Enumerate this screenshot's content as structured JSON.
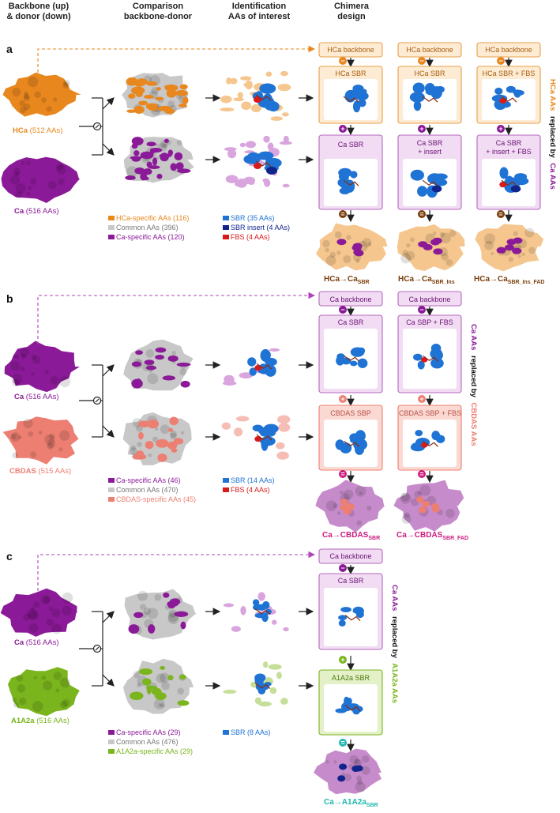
{
  "headers": {
    "col1": "Backbone (up)\n& donor (down)",
    "col2": "Comparison\nbackbone-donor",
    "col3": "Identification\nAAs of interest",
    "col4": "Chimera\ndesign"
  },
  "colors": {
    "hca": "#e8871e",
    "hca_light": "#f5c68e",
    "ca": "#8b1a98",
    "ca_light": "#d9a5de",
    "cbdas": "#ec7f72",
    "cbdas_light": "#f6bdb4",
    "a1a2a": "#7ab51d",
    "a1a2a_light": "#c6df98",
    "sbr": "#1f73d4",
    "sbr_insert": "#10248c",
    "fbs": "#d91a1a",
    "common": "#c8c8c8",
    "arrow_dark": "#222222"
  },
  "panels": {
    "a": {
      "letter": "a",
      "backbone_name": "HCa",
      "backbone_count": "(512 AAs)",
      "donor_name": "Ca",
      "donor_count": "(516 AAs)",
      "legend_left": [
        {
          "text": "HCa-specific AAs (116)",
          "color_key": "hca"
        },
        {
          "text": "Common AAs (396)",
          "color_key": "common"
        },
        {
          "text": "Ca-specific AAs (120)",
          "color_key": "ca"
        }
      ],
      "legend_right": [
        {
          "text": "SBR (35 AAs)",
          "color_key": "sbr"
        },
        {
          "text": "SBR insert (4 AAs)",
          "color_key": "sbr_insert"
        },
        {
          "text": "FBS (4 AAs)",
          "color_key": "fbs"
        }
      ],
      "chimeras": [
        {
          "top": "HCa backbone",
          "mid": "HCa SBR",
          "bottom": "Ca SBR",
          "result_main": "HCa→Ca",
          "result_sub": "SBR"
        },
        {
          "top": "HCa backbone",
          "mid": "HCa SBR",
          "bottom": "Ca SBR\n+ insert",
          "result_main": "HCa→Ca",
          "result_sub": "SBR_Ins"
        },
        {
          "top": "HCa backbone",
          "mid": "HCa SBR + FBS",
          "bottom": "Ca SBR\n+ insert + FBS",
          "result_main": "HCa→Ca",
          "result_sub": "SBR_Ins_FAD"
        }
      ],
      "side_first": "HCa AAs",
      "side_middle": "replaced by",
      "side_last": "Ca AAs",
      "ops": {
        "minus": "−",
        "plus": "+",
        "equals": "="
      }
    },
    "b": {
      "letter": "b",
      "backbone_name": "Ca",
      "backbone_count": "(516 AAs)",
      "donor_name": "CBDAS",
      "donor_count": "(515 AAs)",
      "legend_left": [
        {
          "text": "Ca-specific AAs (46)",
          "color_key": "ca"
        },
        {
          "text": "Common AAs (470)",
          "color_key": "common"
        },
        {
          "text": "CBDAS-specific AAs (45)",
          "color_key": "cbdas"
        }
      ],
      "legend_right": [
        {
          "text": "SBR (14 AAs)",
          "color_key": "sbr"
        },
        {
          "text": "FBS (4 AAs)",
          "color_key": "fbs"
        }
      ],
      "chimeras": [
        {
          "top": "Ca backbone",
          "mid": "Ca SBR",
          "bottom": "CBDAS SBP",
          "result_main": "Ca→CBDAS",
          "result_sub": "SBR"
        },
        {
          "top": "Ca backbone",
          "mid": "Ca SBP + FBS",
          "bottom": "CBDAS SBP + FBS",
          "result_main": "Ca→CBDAS",
          "result_sub": "SBR_FAD"
        }
      ],
      "side_first": "Ca AAs",
      "side_middle": "replaced by",
      "side_last": "CBDAS AAs"
    },
    "c": {
      "letter": "c",
      "backbone_name": "Ca",
      "backbone_count": "(516 AAs)",
      "donor_name": "A1A2a",
      "donor_count": "(516 AAs)",
      "legend_left": [
        {
          "text": "Ca-specific AAs (29)",
          "color_key": "ca"
        },
        {
          "text": "Common AAs (476)",
          "color_key": "common"
        },
        {
          "text": "A1A2a-specific AAs (29)",
          "color_key": "a1a2a"
        }
      ],
      "legend_right": [
        {
          "text": "SBR (8 AAs)",
          "color_key": "sbr"
        }
      ],
      "chimeras": [
        {
          "top": "Ca backbone",
          "mid": "Ca SBR",
          "bottom": "A1A2a SBR",
          "result_main": "Ca→A1A2a",
          "result_sub": "SBR"
        }
      ],
      "side_first": "Ca AAs",
      "side_middle": "replaced by",
      "side_last": "A1A2a AAs"
    }
  }
}
